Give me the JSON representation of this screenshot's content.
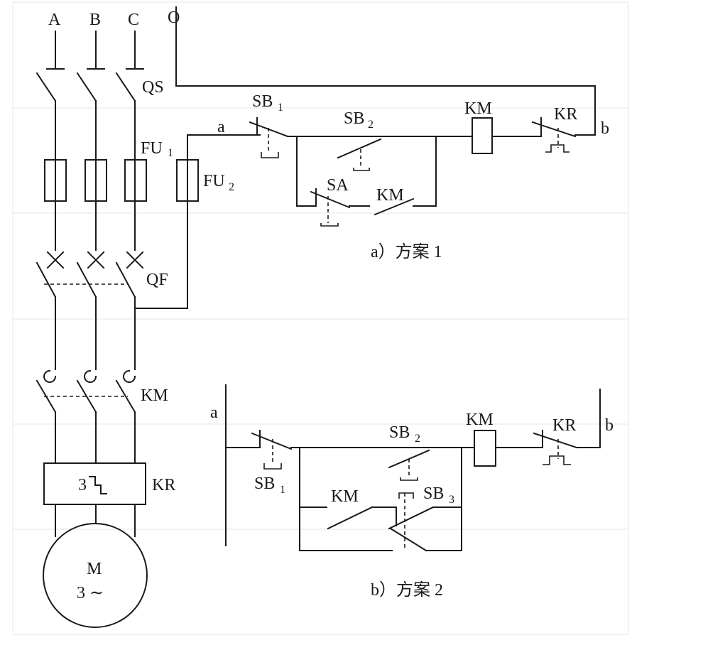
{
  "phases": {
    "a": "A",
    "b": "B",
    "c": "C",
    "o": "O"
  },
  "labels": {
    "qs": "QS",
    "fu1": "FU",
    "fu1_sub": "1",
    "fu2": "FU",
    "fu2_sub": "2",
    "qf": "QF",
    "km_main": "KM",
    "kr_main": "KR",
    "kr_count": "3",
    "motor": "M",
    "motor_sub": "3 ∼"
  },
  "scheme1": {
    "node_a": "a",
    "node_b": "b",
    "sb1": "SB",
    "sb1_sub": "1",
    "sb2": "SB",
    "sb2_sub": "2",
    "sa": "SA",
    "km_contact": "KM",
    "km_coil": "KM",
    "kr": "KR",
    "caption": "a）方案 1"
  },
  "scheme2": {
    "node_a": "a",
    "node_b": "b",
    "sb1": "SB",
    "sb1_sub": "1",
    "sb2": "SB",
    "sb2_sub": "2",
    "sb3": "SB",
    "sb3_sub": "3",
    "km_contact": "KM",
    "km_coil": "KM",
    "kr": "KR",
    "caption": "b）方案 2"
  }
}
